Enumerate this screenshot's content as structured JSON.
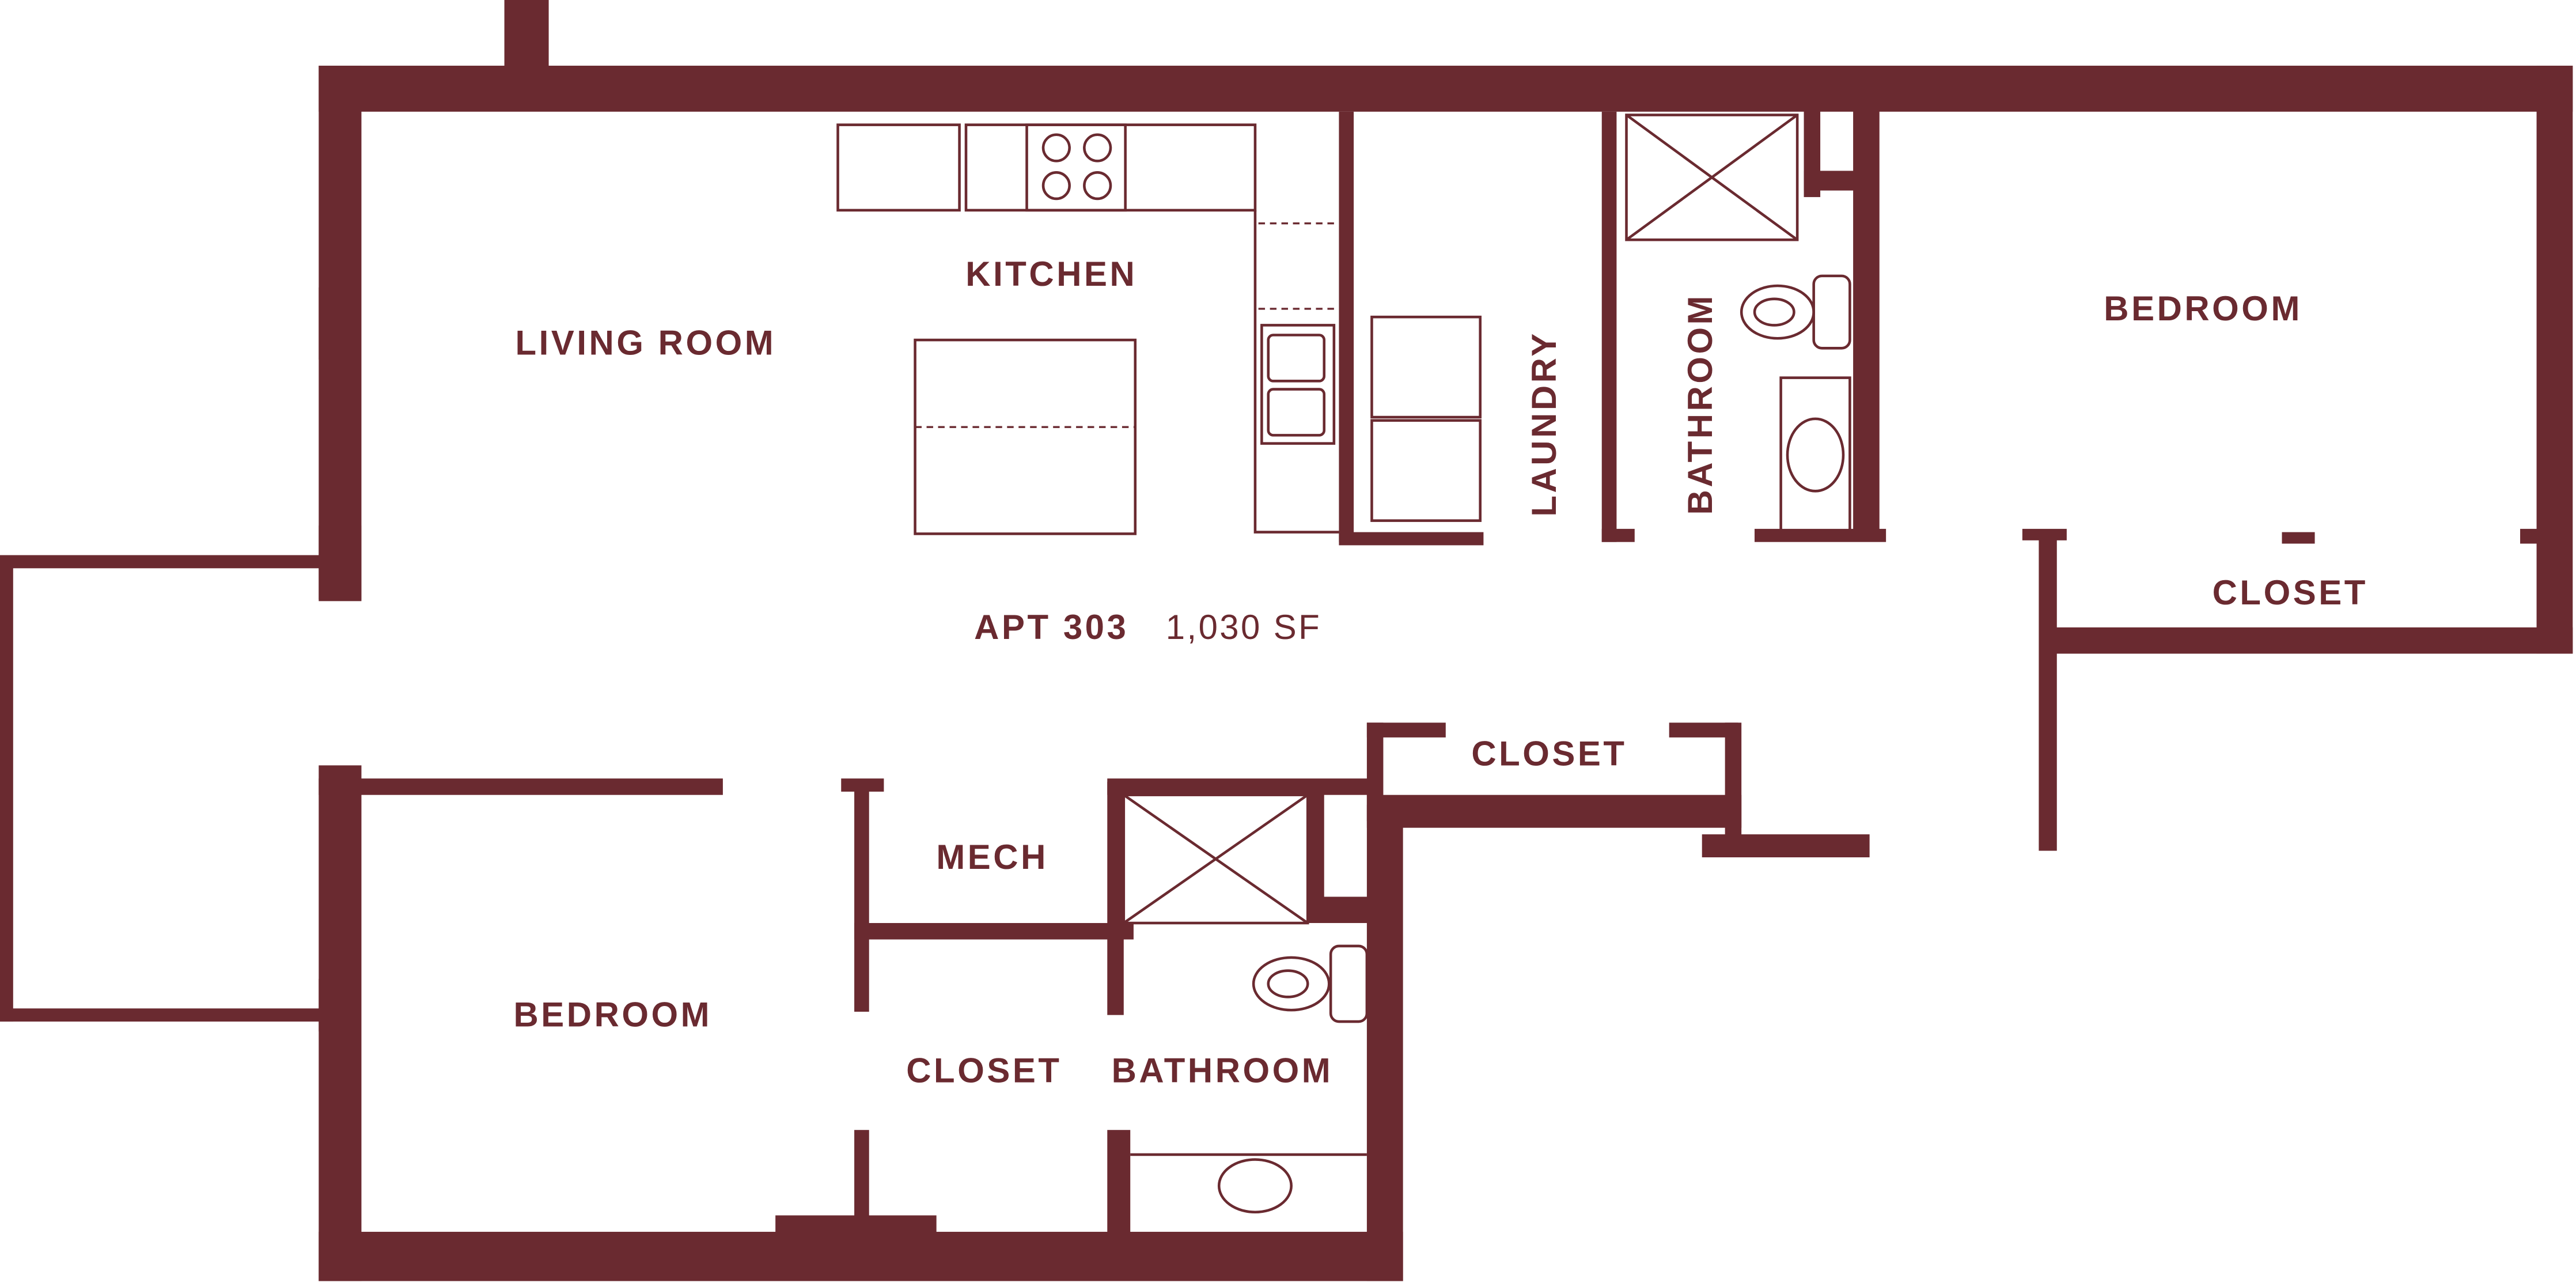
{
  "colors": {
    "wall": "#6a2a30",
    "background": "#ffffff"
  },
  "unit": {
    "name": "APT 303",
    "area": "1,030 SF"
  },
  "rooms": {
    "living_room": "LIVING ROOM",
    "kitchen": "KITCHEN",
    "laundry": "LAUNDRY",
    "bathroom_north": "BATHROOM",
    "bedroom_east": "BEDROOM",
    "closet_east": "CLOSET",
    "closet_hall": "CLOSET",
    "mech": "MECH",
    "bedroom_west": "BEDROOM",
    "closet_west": "CLOSET",
    "bathroom_south": "BATHROOM"
  },
  "icons": {
    "stove": "stove-icon",
    "sink": "kitchen-sink-icon",
    "island": "kitchen-island-icon",
    "washer_dryer": "washer-dryer-icon",
    "shower": "shower-icon",
    "toilet": "toilet-icon",
    "bath_sink": "bathroom-sink-icon"
  }
}
